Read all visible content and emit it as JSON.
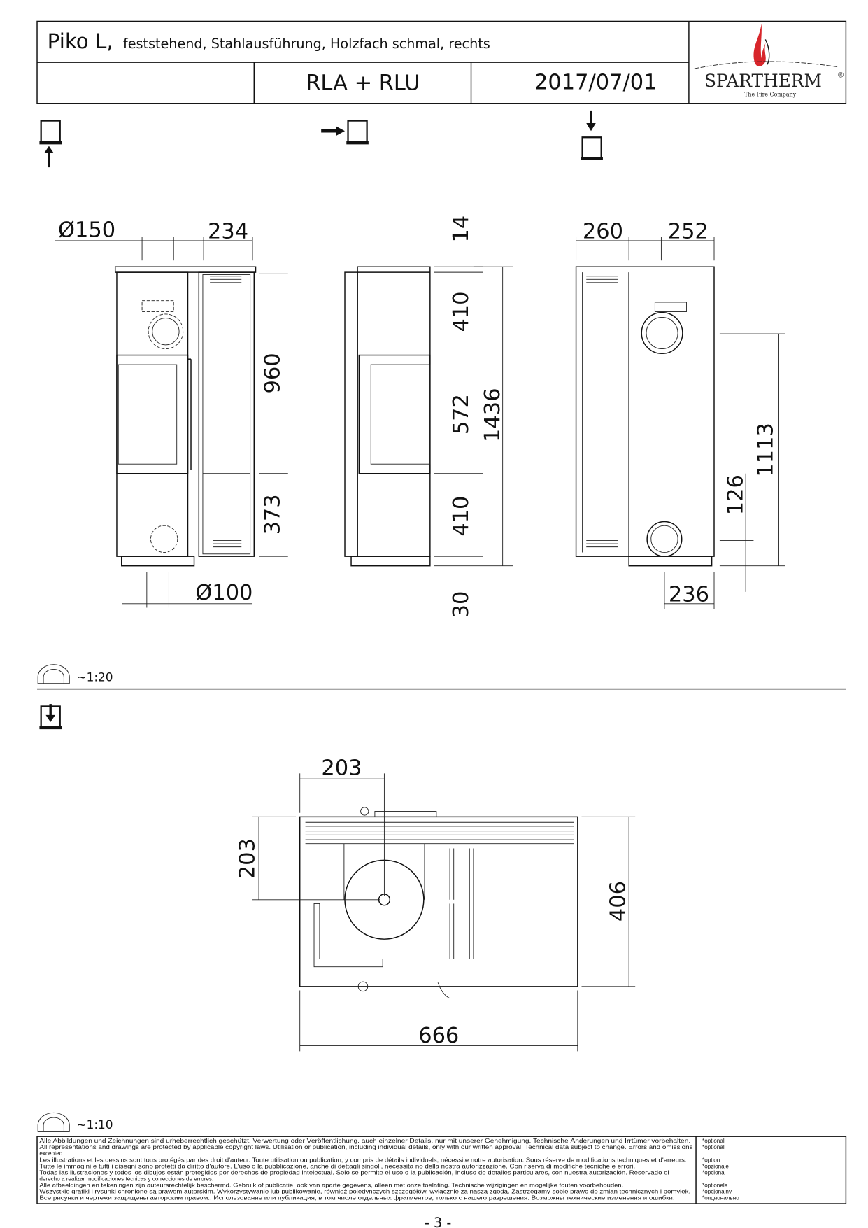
{
  "header": {
    "model": "Piko L,",
    "description": "feststehend, Stahlausführung, Holzfach schmal, rechts",
    "variant": "RLA + RLU",
    "date": "2017/07/01",
    "logo": {
      "brand": "SPARTHERM",
      "tagline": "The Fire Company",
      "registered": "®",
      "flame_color": "#d8262b"
    }
  },
  "views": {
    "front_icon": "front-view-icon",
    "side_icon": "side-view-icon",
    "back_icon": "back-view-icon",
    "top_icon": "top-view-icon"
  },
  "front_view": {
    "flue_diameter": "Ø150",
    "flue_offset": "234",
    "height_to_split": "960",
    "lower_height": "373",
    "air_diameter": "Ø100"
  },
  "side_view": {
    "top": "14",
    "upper": "410",
    "window": "572",
    "lower": "410",
    "base": "30",
    "total": "1436"
  },
  "back_view": {
    "left_offset": "260",
    "right_offset": "252",
    "flue_height": "1113",
    "air_height": "126",
    "air_offset": "236"
  },
  "scale_1": "~1:20",
  "plan_view": {
    "dim_x": "203",
    "dim_y": "203",
    "depth": "406",
    "width": "666"
  },
  "scale_2": "~1:10",
  "footer": {
    "lines": [
      "Alle Abbildungen und Zeichnungen sind urheberrechtlich geschützt. Verwertung oder Veröffentlichung, auch einzelner Details, nur mit unserer Genehmigung. Technische Änderungen und Irrtümer vorbehalten.",
      "All representations and drawings are protected by applicable copyright laws. Utilisation or publication, including individual details, only with our written approval. Technical data subject to change. Errors and omissions",
      "excepted.",
      "Les illustrations et les dessins sont tous protégés par des droit d'auteur. Toute utilisation ou publication, y compris de détails individuels, nécessite notre autorisation. Sous réserve de modifications techniques et d'erreurs.",
      "Tutte le immagini e tutti i disegni sono protetti da diritto d'autore. L'uso o la pubblicazione, anche di dettagli singoli, necessita no della nostra autorizzazione.  Con riserva di modifiche tecniche e errori.",
      "Todas las ilustraciones y todos los dibujos están protegidos por derechos de propiedad intelectual. Solo se permite el uso o la publicación, incluso de detalles particulares, con nuestra autorización. Reservado el",
      "derecho a realizar modificaciones técnicas y correcciones de errores.",
      "Alle afbeeldingen en tekeningen zijn auteursrechtelijk beschermd. Gebruik of publicatie, ook van aparte gegevens, alleen met onze toelating. Technische wijzigingen en mogelijke fouten voorbehouden.",
      "Wszystkie grafiki i rysunki chronione są prawem autorskim. Wykorzystywanie lub publikowanie, również pojedynczych szczegółów, wyłącznie za naszą zgodą. Zastrzegamy sobie prawo do zmian technicznych i pomyłek.",
      "Все рисунки и чертежи защищены авторским правом.. Использование или публикация, в том числе отдельных фрагментов, только с нашего разрешения. Возможны технические изменения и ошибки."
    ],
    "optional": [
      "*optional",
      "*optional",
      "*option",
      "*opzionale",
      "*opcional",
      "*optionele",
      "*opcjonalny",
      "*опционально"
    ]
  },
  "page_number": "- 3 -"
}
